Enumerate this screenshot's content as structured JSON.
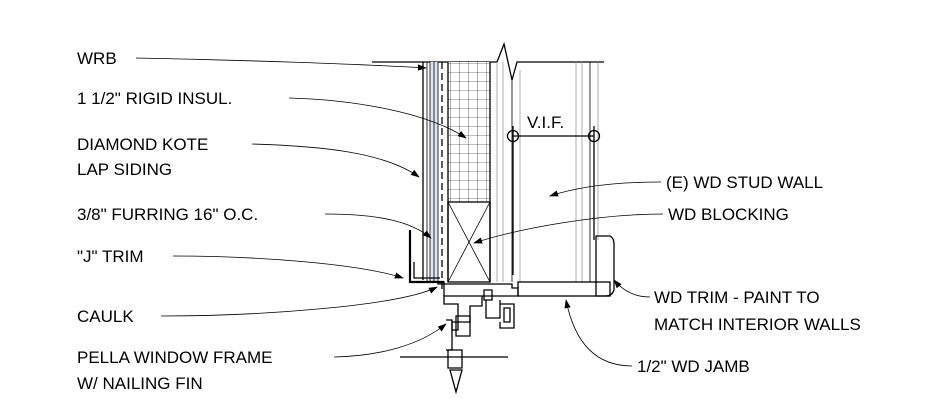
{
  "labels": {
    "wrb": "WRB",
    "rigid_insul": "1 1/2\" RIGID INSUL.",
    "diamond_kote_1": "DIAMOND KOTE",
    "diamond_kote_2": "LAP SIDING",
    "furring": "3/8\" FURRING 16\" O.C.",
    "j_trim": "\"J\" TRIM",
    "caulk": "CAULK",
    "pella_1": "PELLA WINDOW FRAME",
    "pella_2": "W/ NAILING FIN",
    "vif": "V.I.F.",
    "stud_wall": "(E) WD STUD WALL",
    "blocking": "WD BLOCKING",
    "wd_trim_1": "WD TRIM - PAINT TO",
    "wd_trim_2": "MATCH INTERIOR WALLS",
    "jamb": "1/2\" WD JAMB"
  },
  "colors": {
    "line": "#000000",
    "glazing_blue": "#dde6f6",
    "guide_gray": "#9a9a9a"
  }
}
